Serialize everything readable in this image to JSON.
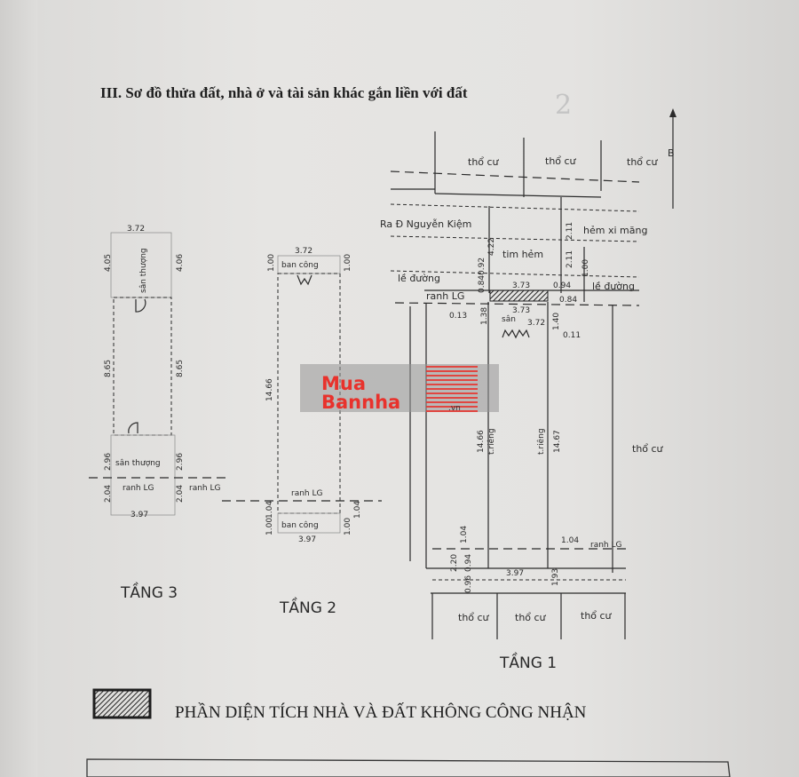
{
  "section_title": "III. Sơ đồ thửa đất, nhà ở và tài sản khác gắn liền với đất",
  "handwritten_note": "2",
  "north_label": "B",
  "floor3": {
    "label": "TẦNG 3",
    "width_top": "3.72",
    "width_bottom": "3.97",
    "dims": [
      "4.05",
      "4.06",
      "8.65",
      "8.65",
      "2.96",
      "2.96",
      "2.04",
      "2.04"
    ],
    "roof_top": "sân thượng",
    "roof_bottom": "sân thượng",
    "drain": "ranh LG",
    "drain2": "ranh LG"
  },
  "floor2": {
    "label": "TẦNG 2",
    "width_top": "3.72",
    "width_bottom": "3.97",
    "dims": [
      "1.00",
      "1.00",
      "14.66",
      "1.04",
      "1.04",
      "1.00",
      "1.00"
    ],
    "balcony_top": "ban công",
    "balcony_bottom": "ban công",
    "drain": "ranh LG"
  },
  "floor1": {
    "label": "TẦNG 1",
    "neighbors_top": [
      "thổ cư",
      "thổ cư",
      "thổ cư"
    ],
    "neighbors_bottom": [
      "thổ cư",
      "thổ cư",
      "thổ cư"
    ],
    "neighbor_right": "thổ cư",
    "road_to": "Ra Đ Nguyễn Kiệm",
    "alley": "hẻm xi măng",
    "alley_center": "tim hẻm",
    "sidewalk_left": "lề đường",
    "sidewalk_right": "lề đường",
    "drain": "ranh LG",
    "drain_bottom": "ranh LG",
    "yard": "sân",
    "wall_left": "t.riêng",
    "wall_right": "t.riêng",
    "dims": [
      "4.22",
      "0.92",
      "0.84",
      "2.11",
      "2.11",
      "1.00",
      "3.73",
      "0.94",
      "0.84",
      "0.13",
      "1.38",
      "3.73",
      "3.72",
      "1.40",
      "0.11",
      "14.66",
      "14.67",
      "1.04",
      "1.04",
      "2.20",
      "0.94",
      "0.96",
      "3.97",
      "1.93"
    ]
  },
  "legend": {
    "text": "PHẦN DIỆN TÍCH NHÀ VÀ ĐẤT KHÔNG CÔNG NHẬN"
  },
  "watermark": {
    "line1": "Mua",
    "line2": "Bannha",
    "suffix": ".vn"
  }
}
